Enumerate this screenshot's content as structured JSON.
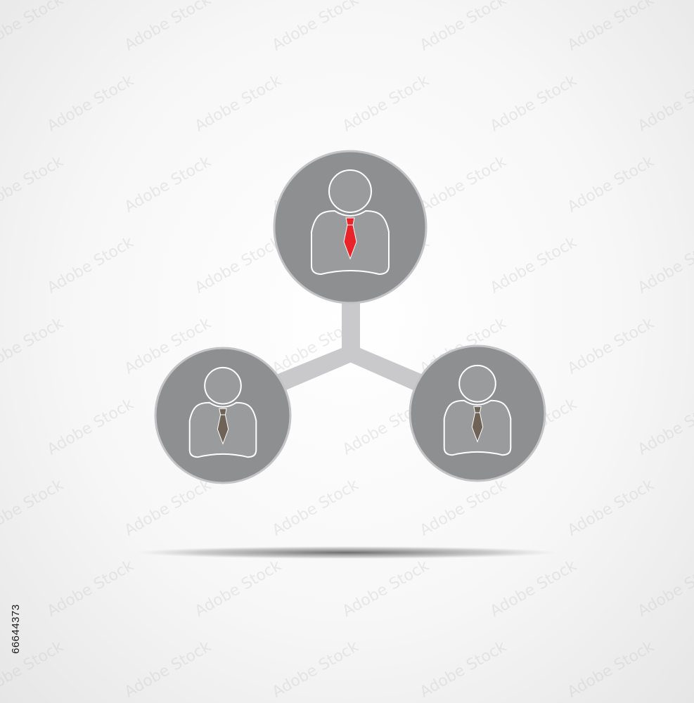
{
  "image": {
    "stock_id": "66644373",
    "watermark_text": "Adobe Stock"
  },
  "diagram": {
    "type": "team-network-icon",
    "nodes": [
      {
        "id": "leader",
        "role": "top",
        "tie_color": "#e8232a"
      },
      {
        "id": "member-left",
        "role": "bottom-left",
        "tie_color": "#6e6356"
      },
      {
        "id": "member-right",
        "role": "bottom-right",
        "tie_color": "#6e6356"
      }
    ],
    "edges": [
      {
        "from": "leader",
        "to": "member-left"
      },
      {
        "from": "leader",
        "to": "member-right"
      }
    ],
    "colors": {
      "circle_fill": "#8e8f91",
      "circle_border": "#c4c4c6",
      "connector": "#c9c9cb",
      "person_fill": "#9a9b9d",
      "person_outline": "#ffffff",
      "shadow": "#555555"
    }
  }
}
